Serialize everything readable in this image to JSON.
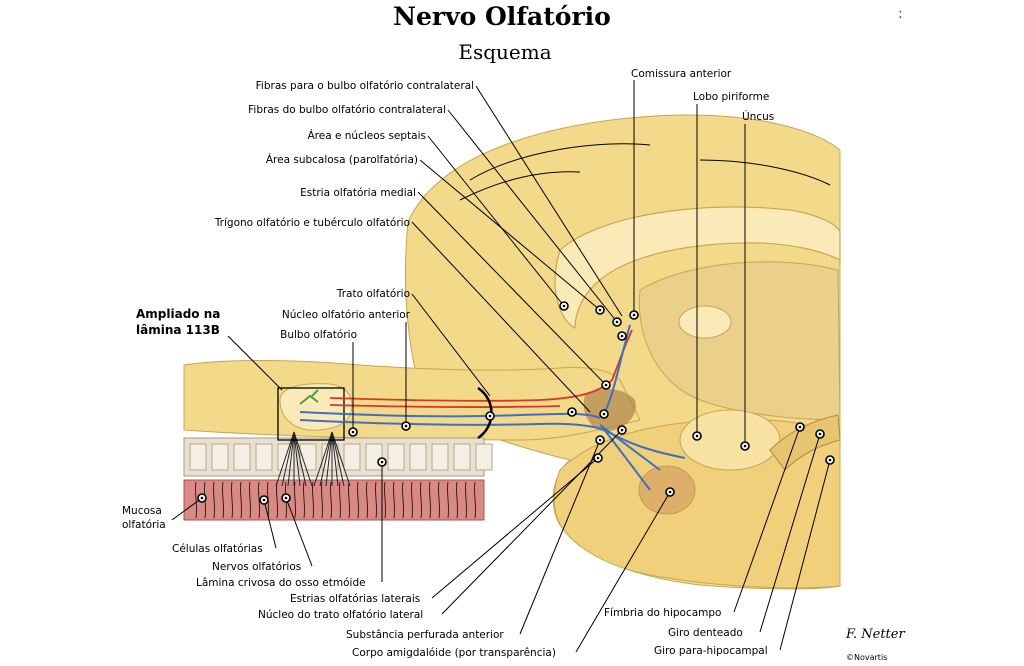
{
  "title": "Nervo Olfatório",
  "subtitle": "Esquema",
  "stray_mark": ":",
  "callout": {
    "line1": "Ampliado na",
    "line2": "lâmina 113B"
  },
  "labels": {
    "fibras_para": "Fibras para o bulbo olfatório contralateral",
    "fibras_do": "Fibras do bulbo olfatório contralateral",
    "area_septais": "Área e núcleos septais",
    "area_subcalosa": "Área subcalosa (parolfatória)",
    "estria_medial": "Estria olfatória medial",
    "trigono": "Trígono olfatório e tubérculo olfatório",
    "trato": "Trato olfatório",
    "nucleo_anterior": "Núcleo olfatório anterior",
    "bulbo": "Bulbo olfatório",
    "comissura": "Comissura anterior",
    "lobo_piriforme": "Lobo piriforme",
    "uncus": "Úncus",
    "mucosa_1": "Mucosa",
    "mucosa_2": "olfatória",
    "celulas": "Células olfatórias",
    "nervos": "Nervos olfatórios",
    "lamina": "Lâmina crivosa do osso etmóide",
    "estrias_laterais": "Estrias olfatórias laterais",
    "nucleo_trato_lateral": "Núcleo do trato olfatório lateral",
    "substancia": "Substância perfurada anterior",
    "corpo_amigdaloide": "Corpo amigdalóide (por transparência)",
    "fimbria": "Fímbria do hipocampo",
    "giro_denteado": "Giro denteado",
    "giro_para": "Giro para-hipocampal"
  },
  "signature": "F. Netter",
  "copyright": "©Novartis",
  "colors": {
    "brain_fill": "#f3d98a",
    "brain_light": "#faeab8",
    "brain_shadow": "#d9b865",
    "mucosa": "#d98a84",
    "bone": "#e9e0cf",
    "afferent": "#3f6fc4",
    "efferent": "#d23a2a",
    "neuron_green": "#4a9a3a"
  }
}
